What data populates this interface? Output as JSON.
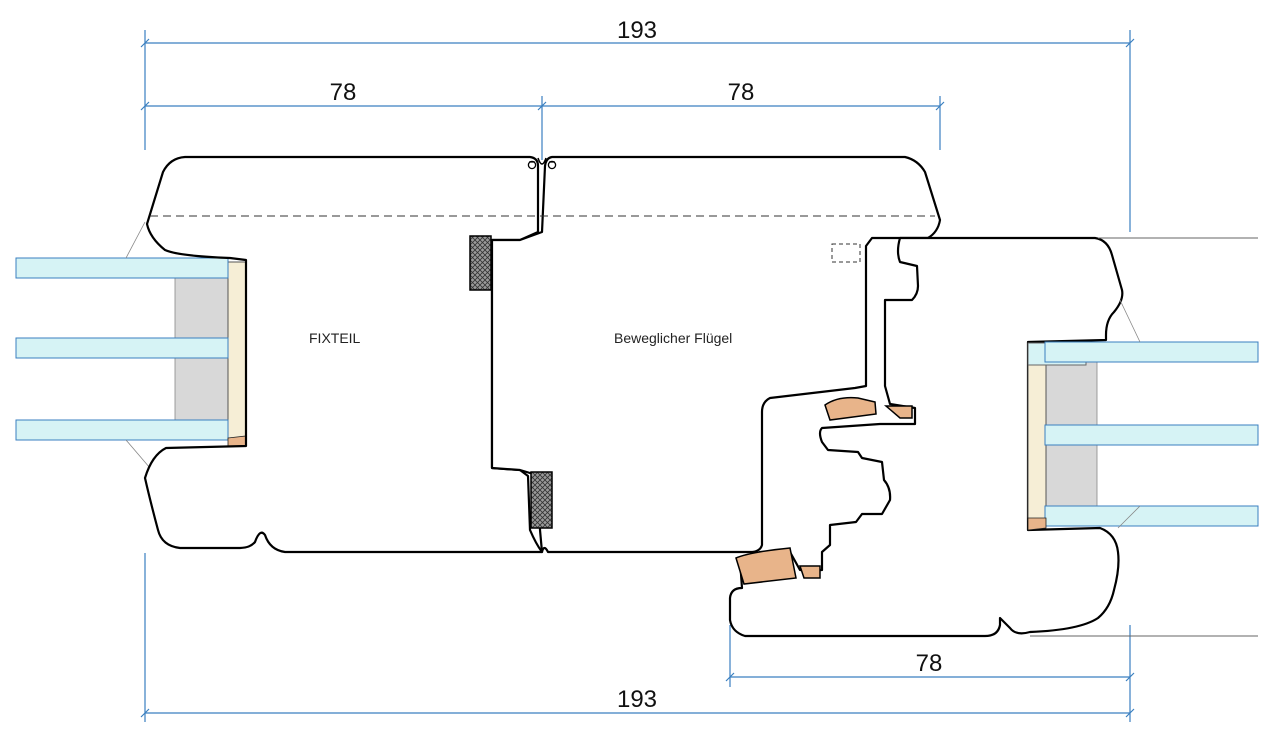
{
  "dimensions": {
    "top_total": "193",
    "top_left_fixed": "78",
    "top_right_sash": "78",
    "bottom_right": "78",
    "bottom_total": "193"
  },
  "labels": {
    "fixed_part": "FIXTEIL",
    "moving_sash": "Beweglicher Flügel"
  },
  "colors": {
    "dimension_line": "#3a7fc0",
    "profile_outline": "#000000",
    "glass": "#d6f3f5",
    "spacer": "#d8d8d8",
    "glazing_bead": "#f6eed6",
    "gasket": "#e8b48a",
    "brush_seal": "#8a8a8a"
  }
}
